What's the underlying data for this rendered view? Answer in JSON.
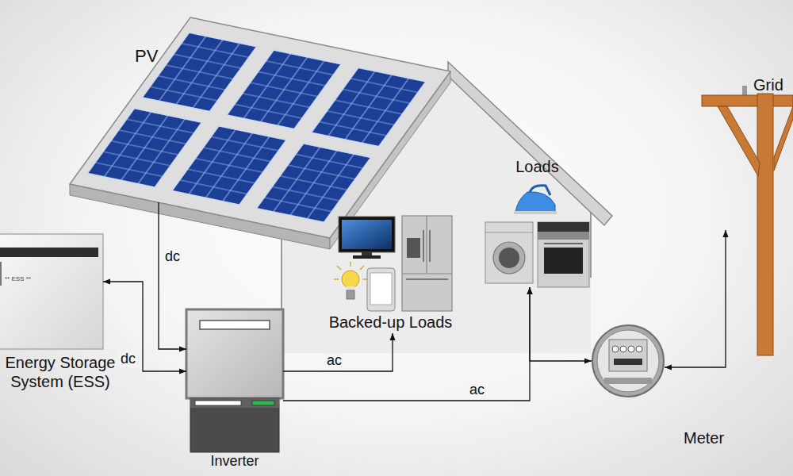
{
  "diagram": {
    "nodes": [
      {
        "text": [
          "PV"
        ]
      },
      {
        "text": [
          "** ESS **",
          "Energy Storage System (ESS)"
        ]
      },
      {
        "text": [
          "Inverter"
        ]
      },
      {
        "text": [
          "Backed-up Loads"
        ]
      },
      {
        "text": [
          "Loads"
        ]
      },
      {
        "text": [
          "Meter"
        ]
      },
      {
        "text": [
          "Grid"
        ]
      }
    ],
    "edges": [
      {
        "from": 0,
        "to": 2,
        "arrow": "to",
        "label": "dc"
      },
      {
        "from": 1,
        "to": 2,
        "arrow": "both",
        "label": "dc"
      },
      {
        "from": 2,
        "to": 3,
        "arrow": "to",
        "label": "ac"
      },
      {
        "from": 2,
        "to": 4,
        "arrow": "to",
        "label": "ac"
      },
      {
        "from": 4,
        "to": 5,
        "arrow": "both"
      },
      {
        "from": 5,
        "to": 6,
        "arrow": "both"
      }
    ]
  }
}
